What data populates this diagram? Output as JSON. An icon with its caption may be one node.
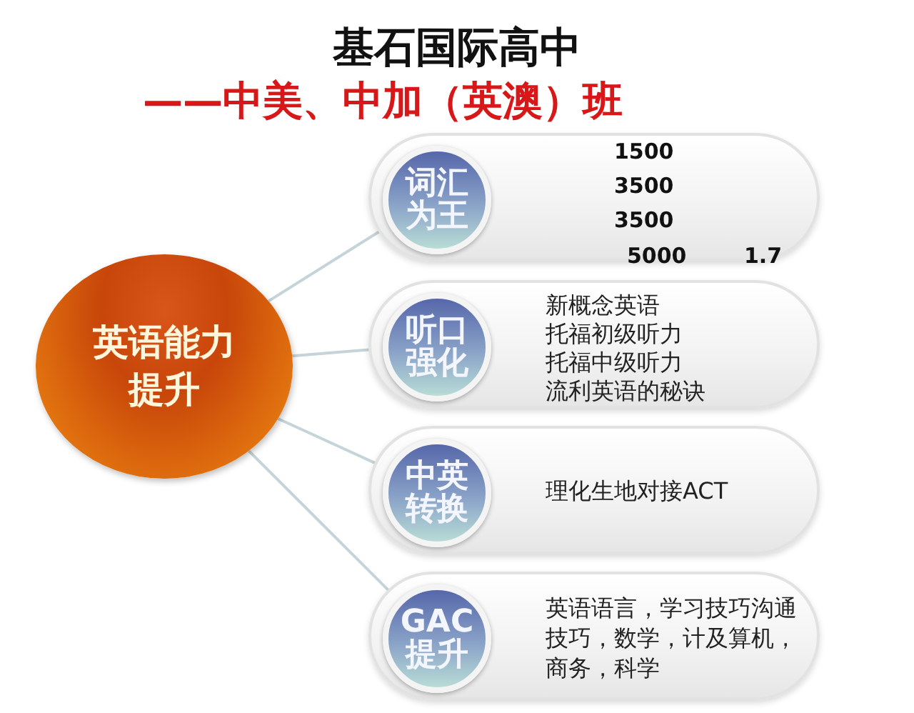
{
  "diagram": {
    "title": "基石国际高中",
    "nodes": [
      {
        "text": [
          "英语能力提升"
        ]
      },
      {
        "text": [
          "1500",
          "3500",
          "3500",
          "5000",
          "1.7"
        ]
      },
      {
        "text": [
          "词汇为王"
        ],
        "in": 1
      },
      {
        "text": [
          "新概念英语",
          "托福初级听力",
          "托福中级听力",
          "流利英语的秘诀"
        ]
      },
      {
        "text": [
          "听口强化"
        ],
        "in": 3
      },
      {
        "text": [
          "理化生地对接ACT"
        ]
      },
      {
        "text": [
          "中英转换"
        ],
        "in": 5
      },
      {
        "text": [
          "英语语言，学习技巧沟通技巧，数学，计及算机，商务，科学"
        ]
      },
      {
        "text": [
          "GAC提升"
        ],
        "in": 7
      }
    ],
    "edges": [
      {
        "from": 0,
        "to": 2,
        "arrow": "none"
      },
      {
        "from": 0,
        "to": 4,
        "arrow": "none"
      },
      {
        "from": 0,
        "to": 6,
        "arrow": "none"
      },
      {
        "from": 0,
        "to": 8,
        "arrow": "none"
      }
    ],
    "labels": [
      "——中美、中加（英澳）班"
    ]
  }
}
